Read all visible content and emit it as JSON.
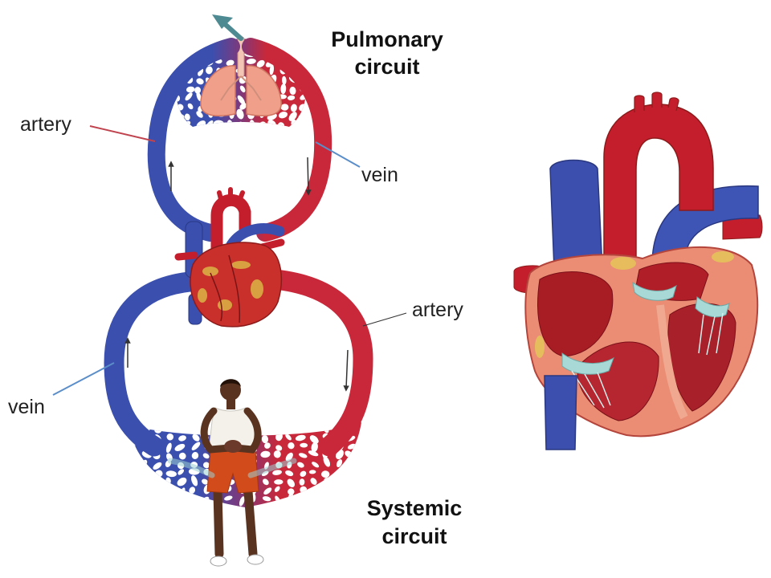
{
  "pulmonary_circuit": {
    "title_line1": "Pulmonary",
    "title_line2": "circuit",
    "artery_label": "artery",
    "vein_label": "vein"
  },
  "systemic_circuit": {
    "title_line1": "Systemic",
    "title_line2": "circuit",
    "artery_label": "artery",
    "vein_label": "vein"
  },
  "colors": {
    "oxygenated_blood": "#c8283a",
    "deoxygenated_blood": "#3b4fae",
    "mixed_blood": "#7a3a7e"
  }
}
